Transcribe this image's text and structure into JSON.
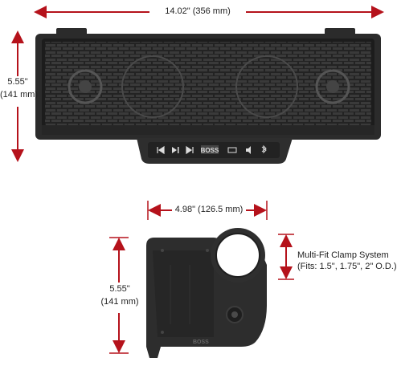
{
  "dimensions": {
    "width_label": "14.02\" (356 mm)",
    "height_label_inches": "5.55\"",
    "height_label_mm": "(141 mm)",
    "clamp_width_label": "4.98\" (126.5 mm)",
    "clamp_height_label_inches": "5.55\"",
    "clamp_height_label_mm": "(141 mm)"
  },
  "clamp_system": {
    "title": "Multi-Fit Clamp System",
    "fits": "(Fits: 1.5\", 1.75\", 2\" O.D.)"
  },
  "brand": {
    "logo_text": "BOSS"
  },
  "colors": {
    "dimension_arrow": "#b5121b",
    "speaker_body": "#2b2b2b",
    "grille": "#1c1c1c"
  },
  "control_panel_icons": [
    "previous-icon",
    "play-pause-icon",
    "next-icon",
    "boss-logo",
    "usb-icon",
    "volume-icon",
    "bluetooth-icon"
  ]
}
